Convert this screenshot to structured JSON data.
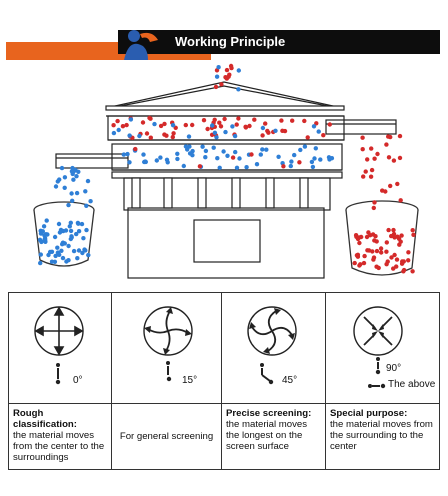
{
  "header": {
    "title": "Working Principle"
  },
  "modes": [
    {
      "angle": "0°",
      "title": "Rough classification:",
      "desc": "the material moves from the center to the surroundings"
    },
    {
      "angle": "15°",
      "title": "",
      "desc": "For general screening"
    },
    {
      "angle": "45°",
      "title": "Precise screening:",
      "desc": "the material moves the longest on the screen surface"
    },
    {
      "angle": "90°",
      "angle2": "The above",
      "title": "Special purpose:",
      "desc": "the material moves from the surrounding to the center"
    }
  ],
  "colors": {
    "banner_orange": "#e8641e",
    "banner_black": "#0d0d0d",
    "particle_red": "#d42a2a",
    "particle_blue": "#2f7fd6"
  }
}
